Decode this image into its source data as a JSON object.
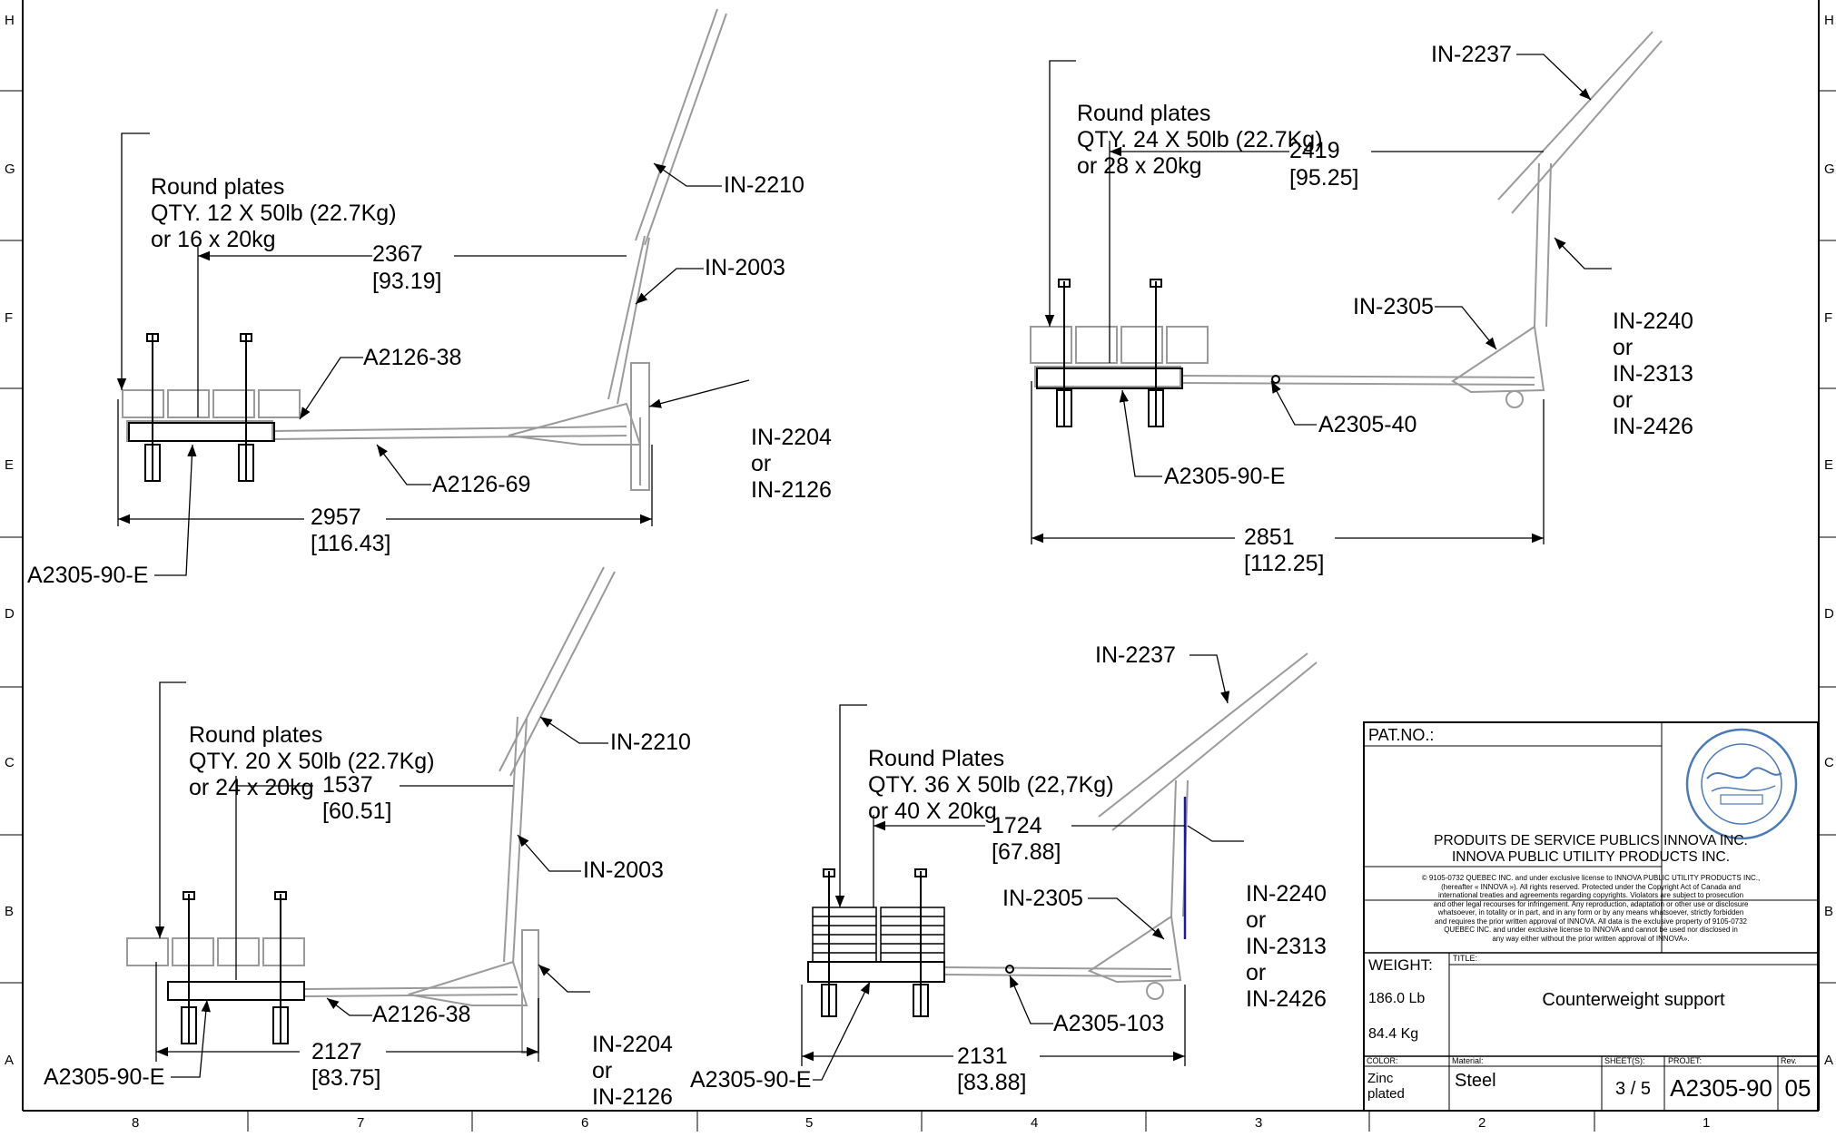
{
  "zones_rows": [
    "H",
    "G",
    "F",
    "E",
    "D",
    "C",
    "B",
    "A"
  ],
  "zones_cols": [
    "8",
    "7",
    "6",
    "5",
    "4",
    "3",
    "2",
    "1"
  ],
  "views": {
    "tl": {
      "plates": [
        "Round plates",
        "QTY. 12 X 50lb (22.7Kg)",
        "or 16 x 20kg"
      ],
      "dim_a": "2367",
      "dim_a_in": "[93.19]",
      "dim_b": "2957",
      "dim_b_in": "[116.43]",
      "p1": "IN-2210",
      "p2": "IN-2003",
      "p3": "A2126-38",
      "p4": [
        "IN-2204",
        "or",
        "IN-2126"
      ],
      "p5": "A2126-69",
      "p6": "A2305-90-E"
    },
    "tr": {
      "plates": [
        "Round plates",
        "QTY. 24 X 50lb (22.7Kg)",
        "or 28 x 20kg"
      ],
      "dim_a": "2419",
      "dim_a_in": "[95.25]",
      "dim_b": "2851",
      "dim_b_in": "[112.25]",
      "p1": "IN-2237",
      "p2": [
        "IN-2240",
        "or",
        "IN-2313",
        "or",
        "IN-2426"
      ],
      "p3": "IN-2305",
      "p4": "A2305-40",
      "p5": "A2305-90-E"
    },
    "bl": {
      "plates": [
        "Round plates",
        "QTY. 20 X 50lb (22.7Kg)",
        "or 24 x 20kg"
      ],
      "dim_a": "1537",
      "dim_a_in": "[60.51]",
      "dim_b": "2127",
      "dim_b_in": "[83.75]",
      "p1": "IN-2210",
      "p2": "IN-2003",
      "p3": [
        "IN-2204",
        "or",
        "IN-2126"
      ],
      "p4": "A2126-38",
      "p5": "A2305-90-E"
    },
    "bm": {
      "plates": [
        "Round Plates",
        "QTY. 36 X 50lb (22,7Kg)",
        "or 40 X 20kg"
      ],
      "dim_a": "1724",
      "dim_a_in": "[67.88]",
      "dim_b": "2131",
      "dim_b_in": "[83.88]",
      "p1": "IN-2237",
      "p2": [
        "IN-2240",
        "or",
        "IN-2313",
        "or",
        "IN-2426"
      ],
      "p3": "IN-2305",
      "p4": "A2305-103",
      "p5": "A2305-90-E"
    }
  },
  "title_block": {
    "pat_no": "PAT.NO.:",
    "company": [
      "PRODUITS DE SERVICE PUBLICS INNOVA INC.",
      "INNOVA PUBLIC UTILITY PRODUCTS INC."
    ],
    "legal": [
      "© 9105-0732 QUEBEC INC. and under exclusive license to INNOVA PUBLIC UTILITY PRODUCTS INC.,",
      "(hereafter « INNOVA »). All rights reserved. Protected under the Copyright Act of Canada and",
      "international treaties and agreements regarding copyrights. Violators are subject to prosecution",
      "and other legal recourses for infringement. Any reproduction, adaptation or other use or disclosure",
      "whatsoever, in totality or in part, and in any form or by any means whatsoever, strictly forbidden",
      "and requires the prior written approval of INNOVA. All data is the exclusive property of 9105-0732",
      "QUEBEC INC. and under exclusive license to INNOVA and cannot be used nor disclosed in",
      "any way either without the prior written approval of INNOVA»."
    ],
    "weight_label": "WEIGHT:",
    "weight_lb": "186.0 Lb",
    "weight_kg": "84.4 Kg",
    "title_label": "TITLE:",
    "title": "Counterweight support",
    "color_label": "COLOR:",
    "color": [
      "Zinc",
      "plated"
    ],
    "material_label": "Material:",
    "material": "Steel",
    "sheets_label": "SHEET(S):",
    "sheets": "3 / 5",
    "project_label": "PROJET:",
    "project": "A2305-90",
    "rev_label": "Rev.",
    "rev": "05"
  },
  "colors": {
    "line": "#000000",
    "ghost": "#9a9a9a",
    "accent": "#1a1aa6",
    "stamp": "#4a7ab8"
  }
}
